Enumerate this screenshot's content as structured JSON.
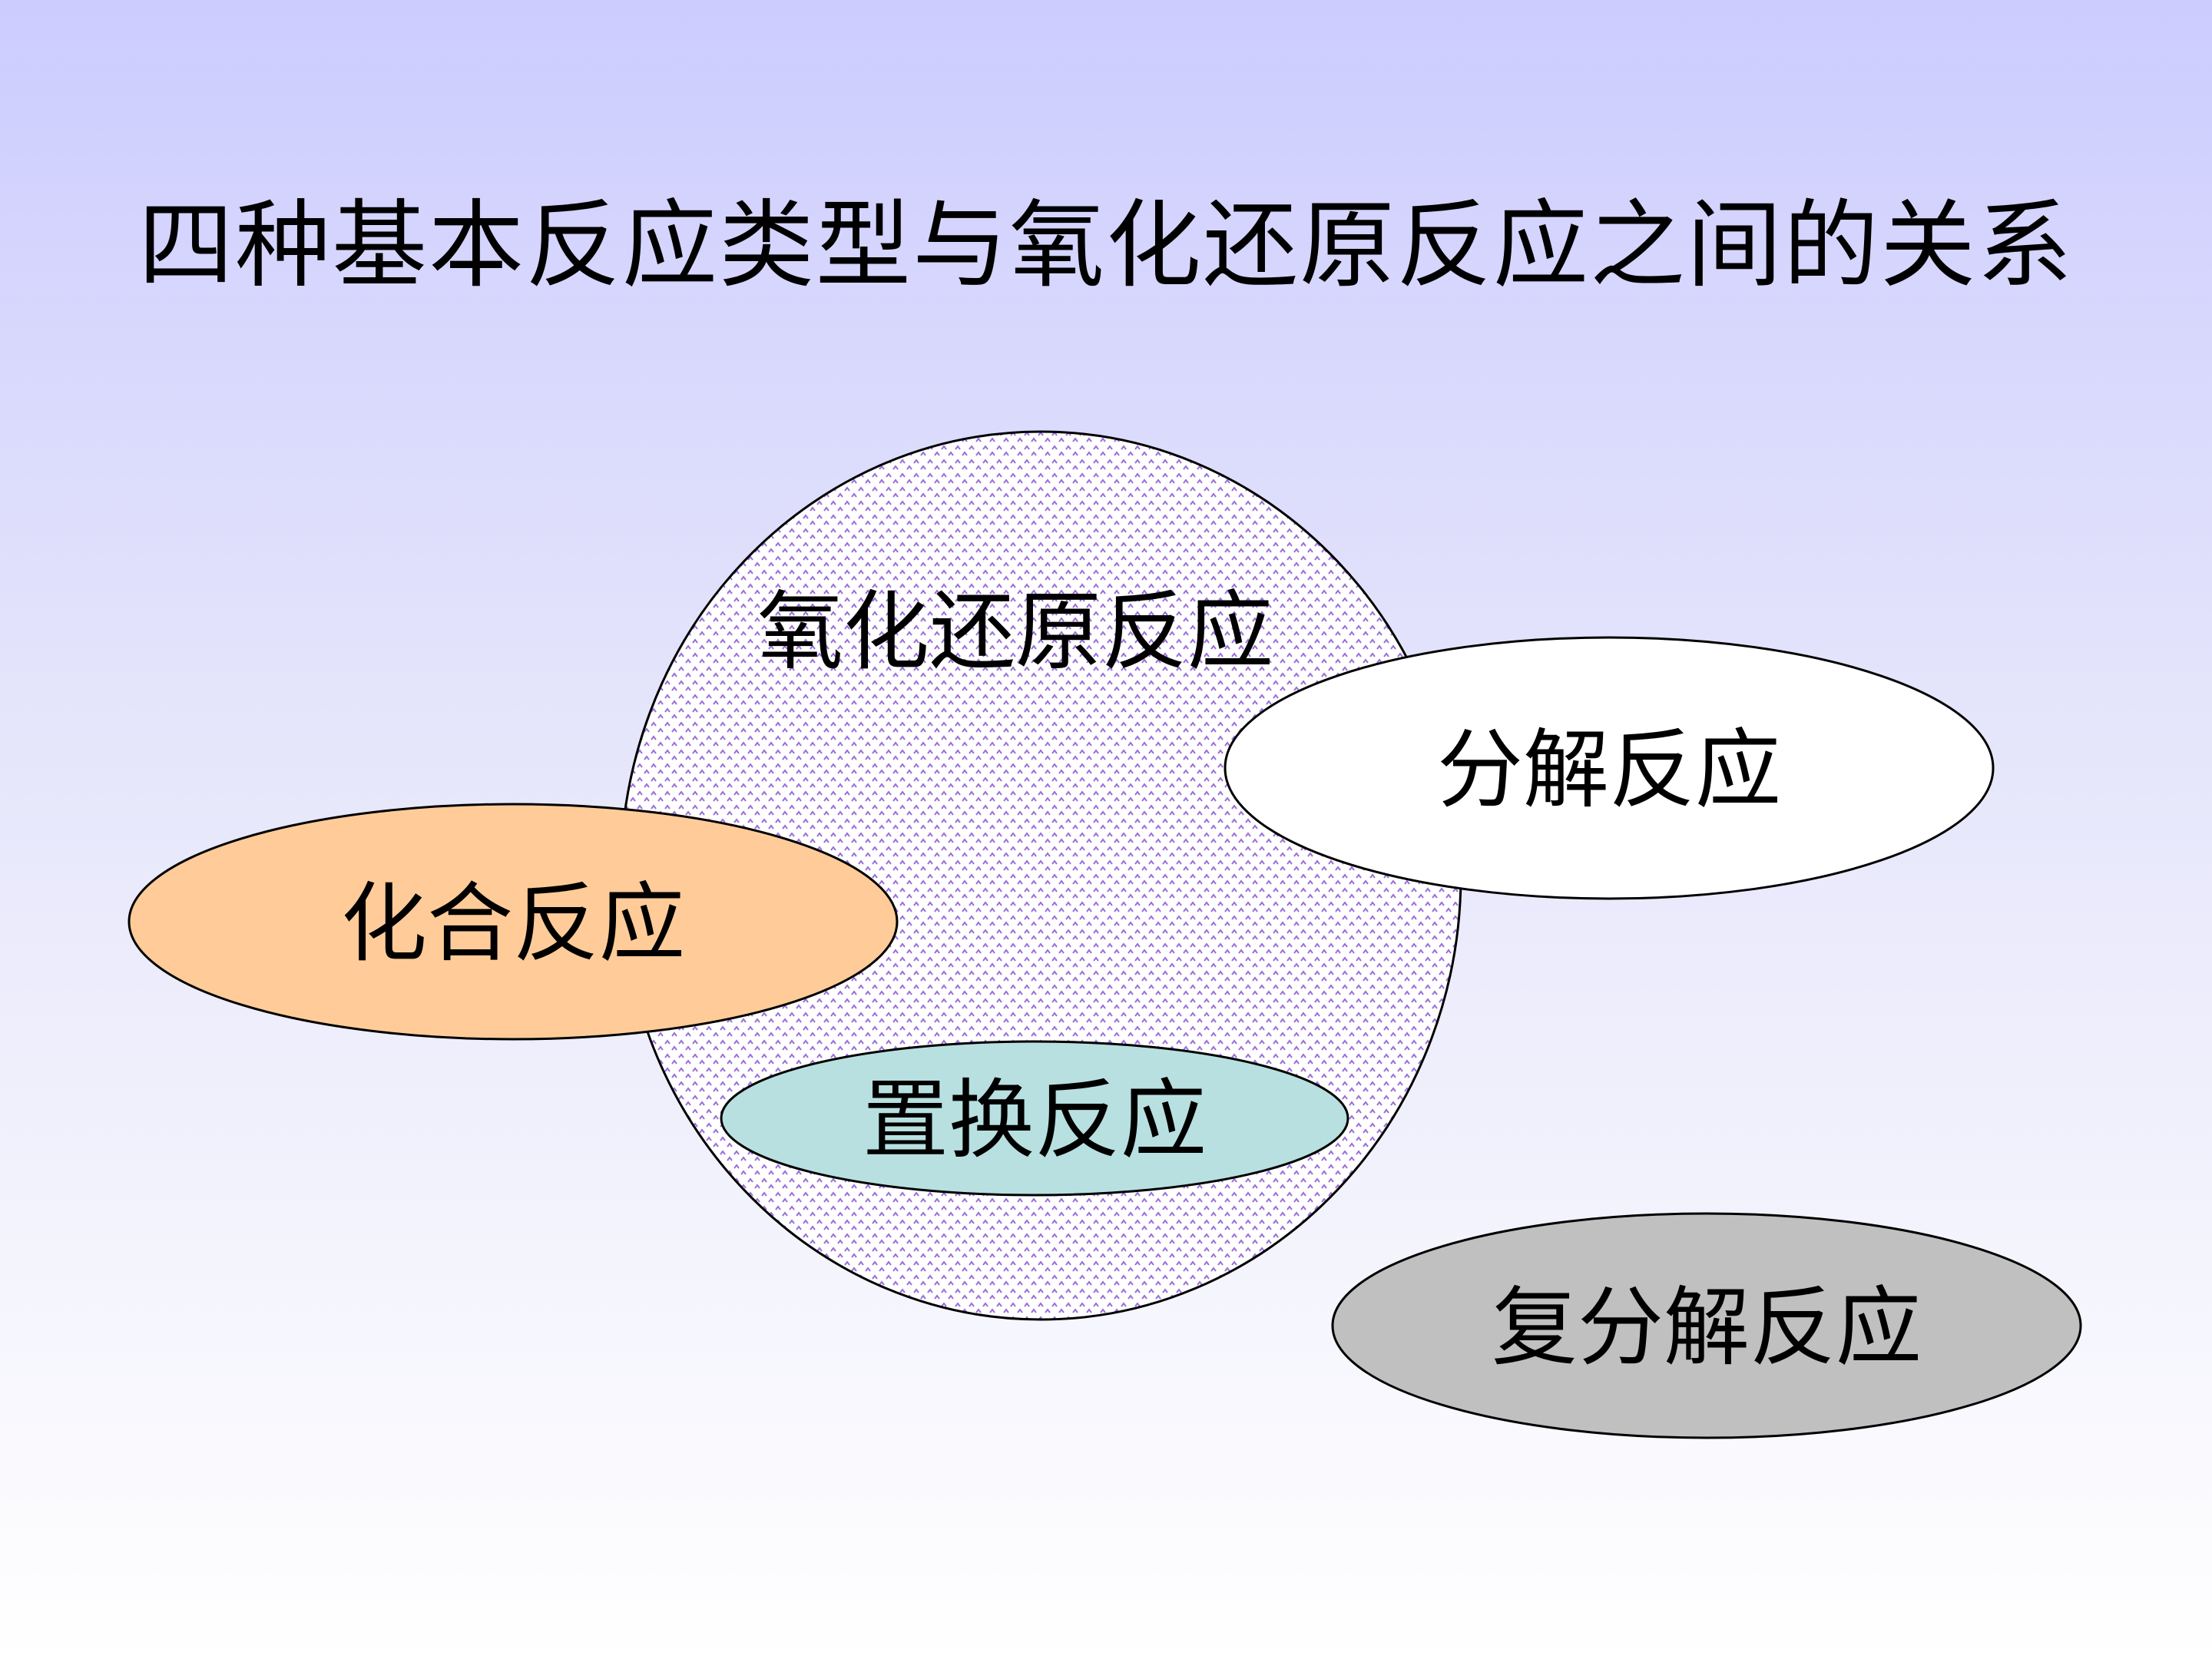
{
  "title": "四种基本反应类型与氧化还原反应之间的关系",
  "nodes": {
    "redox": {
      "label": "氧化还原反应",
      "pattern_color": "#9a6fd8"
    },
    "decomposition": {
      "label": "分解反应",
      "fill": "#ffffff"
    },
    "combination": {
      "label": "化合反应",
      "fill": "#ffcc99"
    },
    "displacement": {
      "label": "置换反应",
      "fill": "#b8e0e0"
    },
    "double_displacement": {
      "label": "复分解反应",
      "fill": "#c0c0c0"
    }
  }
}
